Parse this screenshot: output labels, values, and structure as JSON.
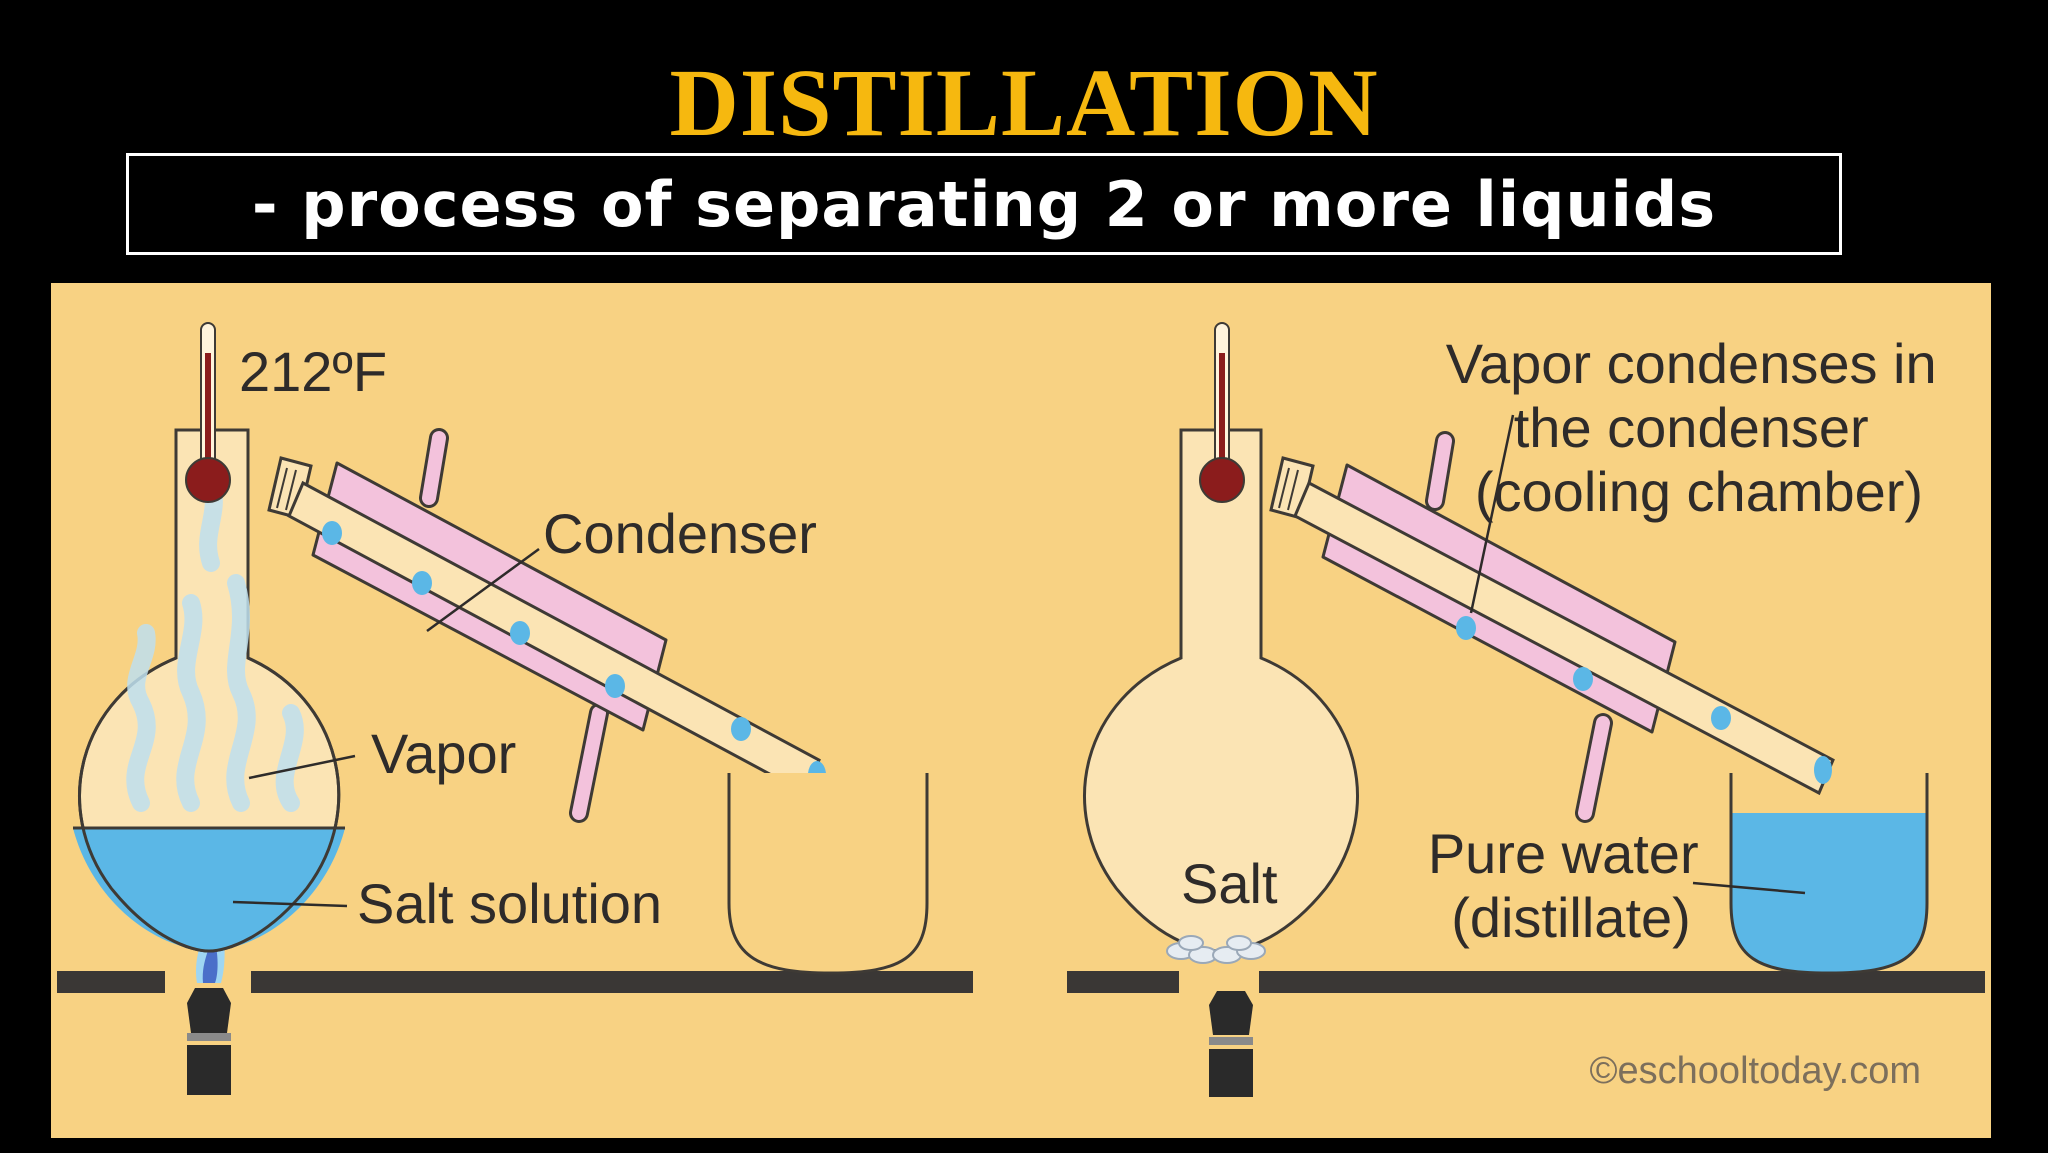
{
  "title": "DISTILLATION",
  "subtitle": "- process of separating 2 or more liquids",
  "diagram": {
    "left": {
      "temperature": "212ºF",
      "condenser": "Condenser",
      "vapor": "Vapor",
      "salt_solution": "Salt solution"
    },
    "right": {
      "vapor_condenses": [
        "Vapor condenses in",
        "the condenser",
        "(cooling chamber)"
      ],
      "salt": "Salt",
      "pure_water": [
        "Pure water",
        "(distillate)"
      ]
    },
    "credit": "©eschooltoday.com"
  },
  "colors": {
    "title": "#f6b80f",
    "panel": "#f8d283",
    "water": "#5bb7e6",
    "condenser": "#f3c2dc",
    "thermometer": "#8b1c1c",
    "stand": "#3a3735"
  }
}
